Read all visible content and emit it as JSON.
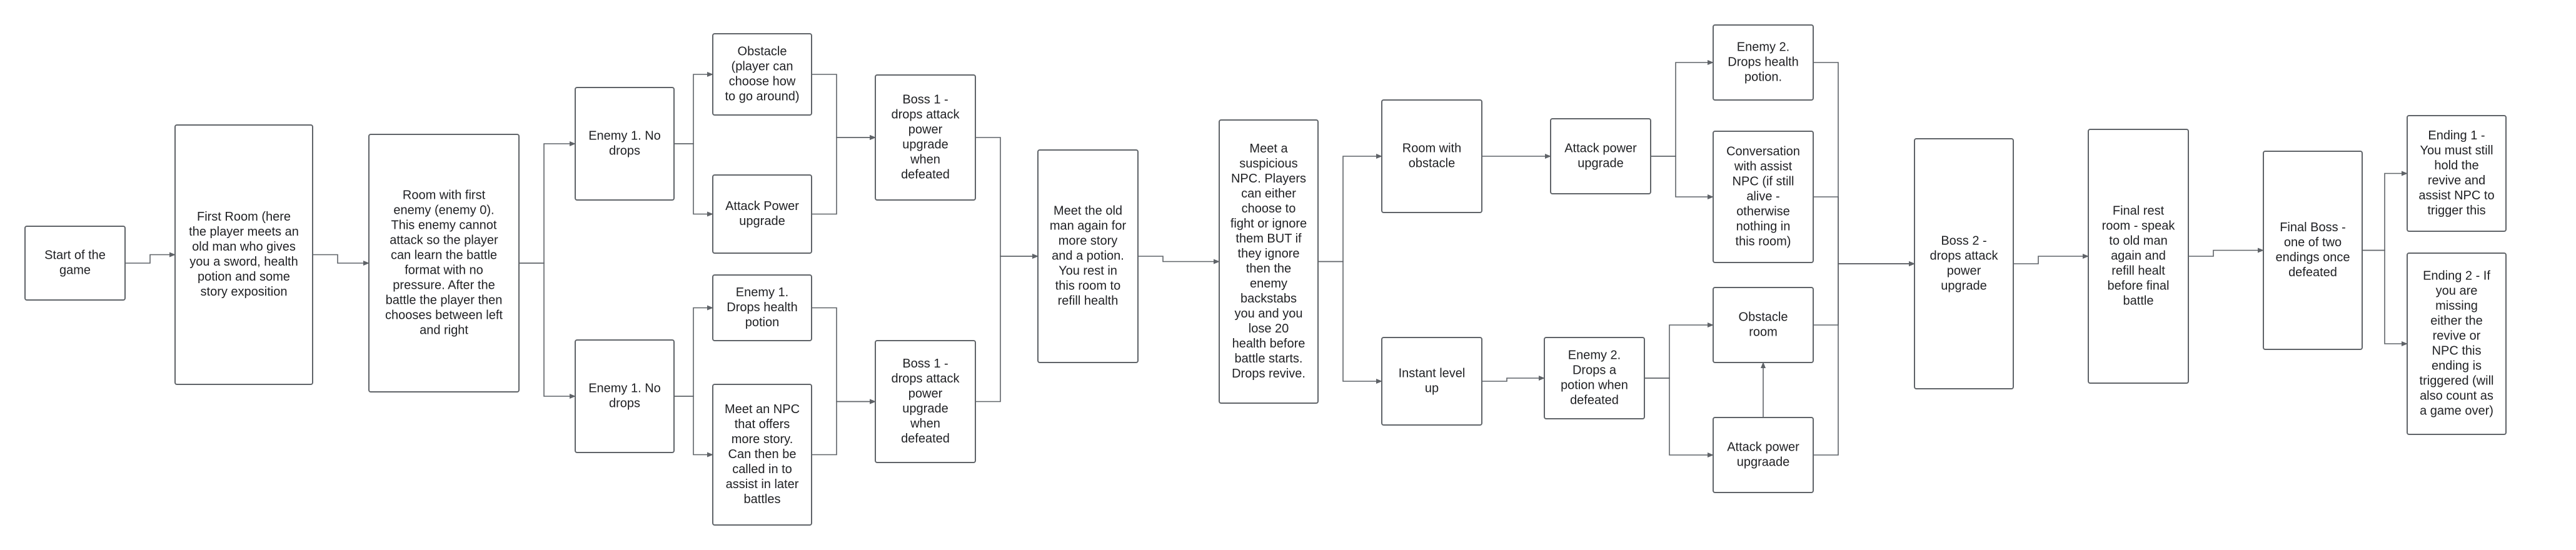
{
  "nodes": [
    {
      "id": "start",
      "lines": [
        "Start of the",
        "game"
      ]
    },
    {
      "id": "first-room",
      "lines": [
        "First Room (here",
        "the player meets an",
        "old man who gives",
        "you a sword, health",
        "potion and some",
        "story exposition"
      ]
    },
    {
      "id": "room-first-enemy",
      "lines": [
        "Room with first",
        "enemy (enemy 0).",
        "This enemy cannot",
        "attack so the player",
        "can learn the battle",
        "format with no",
        "pressure. After the",
        "battle the player then",
        "chooses between left",
        "and right"
      ]
    },
    {
      "id": "enemy1-top",
      "lines": [
        "Enemy 1. No",
        "drops"
      ]
    },
    {
      "id": "obstacle-top",
      "lines": [
        "Obstacle",
        "(player can",
        "choose how",
        "to go around)"
      ]
    },
    {
      "id": "attack-power-top",
      "lines": [
        "Attack Power",
        "upgrade"
      ]
    },
    {
      "id": "boss1-top",
      "lines": [
        "Boss 1 -",
        "drops attack",
        "power",
        "upgrade",
        "when",
        "defeated"
      ]
    },
    {
      "id": "enemy1-bottom",
      "lines": [
        "Enemy 1. No",
        "drops"
      ]
    },
    {
      "id": "enemy1-drops-health",
      "lines": [
        "Enemy 1.",
        "Drops health",
        "potion"
      ]
    },
    {
      "id": "meet-npc",
      "lines": [
        "Meet an NPC",
        "that offers",
        "more story.",
        "Can then be",
        "called in to",
        "assist in later",
        "battles"
      ]
    },
    {
      "id": "boss1-bottom",
      "lines": [
        "Boss 1 -",
        "drops attack",
        "power",
        "upgrade",
        "when",
        "defeated"
      ]
    },
    {
      "id": "old-man-again",
      "lines": [
        "Meet the old",
        "man again for",
        "more story",
        "and a potion.",
        "You rest in",
        "this room to",
        "refill health"
      ]
    },
    {
      "id": "suspicious-npc",
      "lines": [
        "Meet a",
        "suspicious",
        "NPC. Players",
        "can either",
        "choose to",
        "fight or ignore",
        "them BUT if",
        "they ignore",
        "then  the",
        "enemy",
        "backstabs",
        "you and you",
        "lose 20",
        "health before",
        "battle starts.",
        "Drops revive."
      ]
    },
    {
      "id": "room-with-obstacle",
      "lines": [
        "Room with",
        "obstacle"
      ]
    },
    {
      "id": "instant-level-up",
      "lines": [
        "Instant level",
        "up"
      ]
    },
    {
      "id": "attack-power-mid",
      "lines": [
        "Attack power",
        "upgrade"
      ]
    },
    {
      "id": "enemy2-health",
      "lines": [
        "Enemy 2.",
        "Drops health",
        "potion."
      ]
    },
    {
      "id": "conversation-npc",
      "lines": [
        "Conversation",
        "with assist",
        "NPC (if still",
        "alive -",
        "otherwise",
        "nothing in",
        "this room)"
      ]
    },
    {
      "id": "enemy2-potion",
      "lines": [
        "Enemy 2.",
        "Drops a",
        "potion when",
        "defeated"
      ]
    },
    {
      "id": "obstacle-room",
      "lines": [
        "Obstacle",
        "room"
      ]
    },
    {
      "id": "attack-power-upgraade",
      "lines": [
        "Attack power",
        "upgraade"
      ]
    },
    {
      "id": "boss2",
      "lines": [
        "Boss 2 -",
        "drops attack",
        "power",
        "upgrade"
      ]
    },
    {
      "id": "final-rest",
      "lines": [
        "Final rest",
        "room - speak",
        "to old man",
        "again and",
        "refill healt",
        "before final",
        "battle"
      ]
    },
    {
      "id": "final-boss",
      "lines": [
        "Final Boss -",
        "one of two",
        "endings once",
        "defeated"
      ]
    },
    {
      "id": "ending1",
      "lines": [
        "Ending 1 -",
        "You must still",
        "hold the",
        "revive and",
        "assist NPC to",
        "trigger this"
      ]
    },
    {
      "id": "ending2",
      "lines": [
        "Ending 2 - If",
        "you are",
        "missing",
        "either the",
        "revive or",
        "NPC this",
        "ending is",
        "triggered (will",
        "also count as",
        "a game over)"
      ]
    }
  ],
  "edges": [
    [
      "start",
      "first-room"
    ],
    [
      "first-room",
      "room-first-enemy"
    ],
    [
      "room-first-enemy",
      "enemy1-top"
    ],
    [
      "room-first-enemy",
      "enemy1-bottom"
    ],
    [
      "enemy1-top",
      "obstacle-top"
    ],
    [
      "enemy1-top",
      "attack-power-top"
    ],
    [
      "obstacle-top",
      "boss1-top"
    ],
    [
      "attack-power-top",
      "boss1-top"
    ],
    [
      "enemy1-bottom",
      "enemy1-drops-health"
    ],
    [
      "enemy1-bottom",
      "meet-npc"
    ],
    [
      "enemy1-drops-health",
      "boss1-bottom"
    ],
    [
      "meet-npc",
      "boss1-bottom"
    ],
    [
      "boss1-top",
      "old-man-again"
    ],
    [
      "boss1-bottom",
      "old-man-again"
    ],
    [
      "old-man-again",
      "suspicious-npc"
    ],
    [
      "suspicious-npc",
      "room-with-obstacle"
    ],
    [
      "suspicious-npc",
      "instant-level-up"
    ],
    [
      "room-with-obstacle",
      "attack-power-mid"
    ],
    [
      "attack-power-mid",
      "enemy2-health"
    ],
    [
      "attack-power-mid",
      "conversation-npc"
    ],
    [
      "instant-level-up",
      "enemy2-potion"
    ],
    [
      "enemy2-potion",
      "obstacle-room"
    ],
    [
      "enemy2-potion",
      "attack-power-upgraade"
    ],
    [
      "attack-power-upgraade",
      "obstacle-room"
    ],
    [
      "enemy2-health",
      "boss2"
    ],
    [
      "conversation-npc",
      "boss2"
    ],
    [
      "obstacle-room",
      "boss2"
    ],
    [
      "attack-power-upgraade",
      "boss2"
    ],
    [
      "boss2",
      "final-rest"
    ],
    [
      "final-rest",
      "final-boss"
    ],
    [
      "final-boss",
      "ending1"
    ],
    [
      "final-boss",
      "ending2"
    ]
  ]
}
